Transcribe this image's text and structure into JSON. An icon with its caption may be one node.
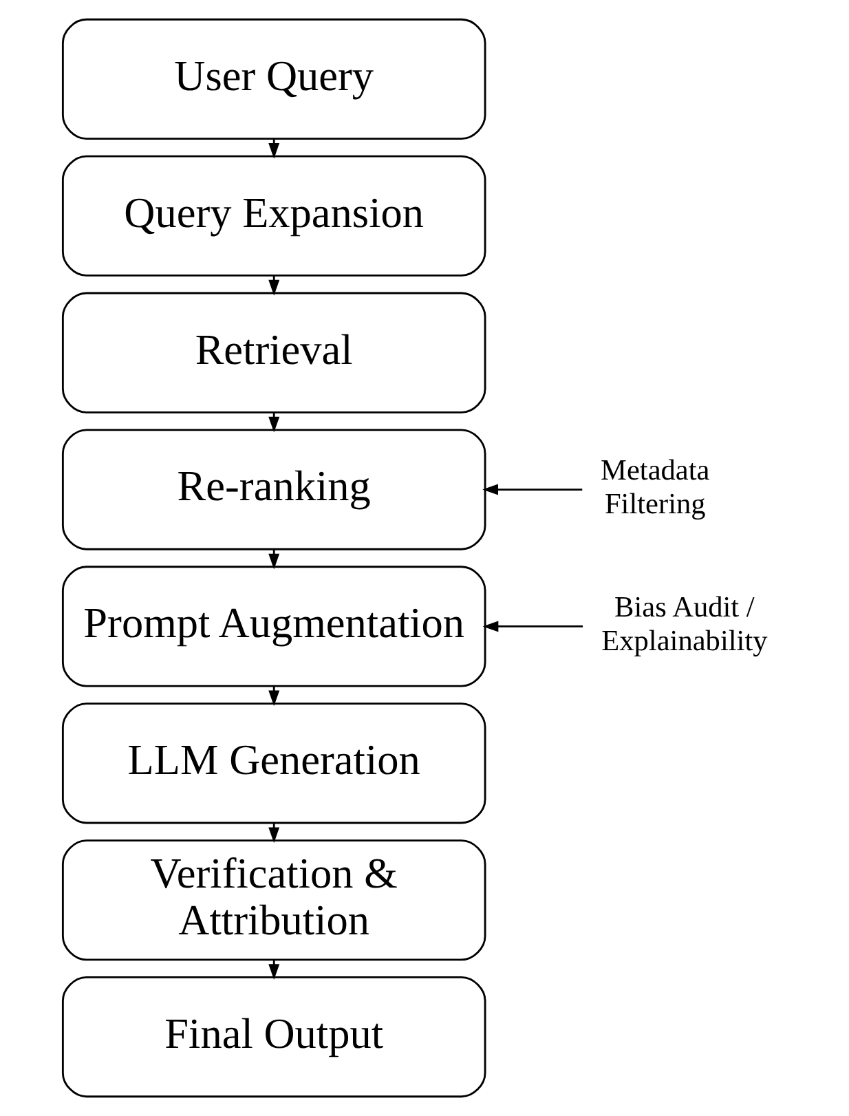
{
  "diagram": {
    "nodes": [
      {
        "text": [
          "User Query"
        ]
      },
      {
        "text": [
          "Query Expansion"
        ]
      },
      {
        "text": [
          "Retrieval"
        ]
      },
      {
        "text": [
          "Re-ranking"
        ]
      },
      {
        "text": [
          "Prompt Augmentation"
        ]
      },
      {
        "text": [
          "LLM Generation"
        ]
      },
      {
        "text": [
          "Verification & Attribution"
        ]
      },
      {
        "text": [
          "Final Output"
        ]
      },
      {
        "text": [
          "Metadata Filtering"
        ]
      },
      {
        "text": [
          "Bias Audit / Explainability"
        ]
      }
    ],
    "edges": [
      {
        "from": 0,
        "to": 1,
        "arrow": "to"
      },
      {
        "from": 1,
        "to": 2,
        "arrow": "to"
      },
      {
        "from": 2,
        "to": 3,
        "arrow": "to"
      },
      {
        "from": 3,
        "to": 4,
        "arrow": "to"
      },
      {
        "from": 4,
        "to": 5,
        "arrow": "to"
      },
      {
        "from": 5,
        "to": 6,
        "arrow": "to"
      },
      {
        "from": 6,
        "to": 7,
        "arrow": "to"
      },
      {
        "from": 8,
        "to": 3,
        "arrow": "to"
      },
      {
        "from": 9,
        "to": 4,
        "arrow": "to"
      }
    ]
  }
}
